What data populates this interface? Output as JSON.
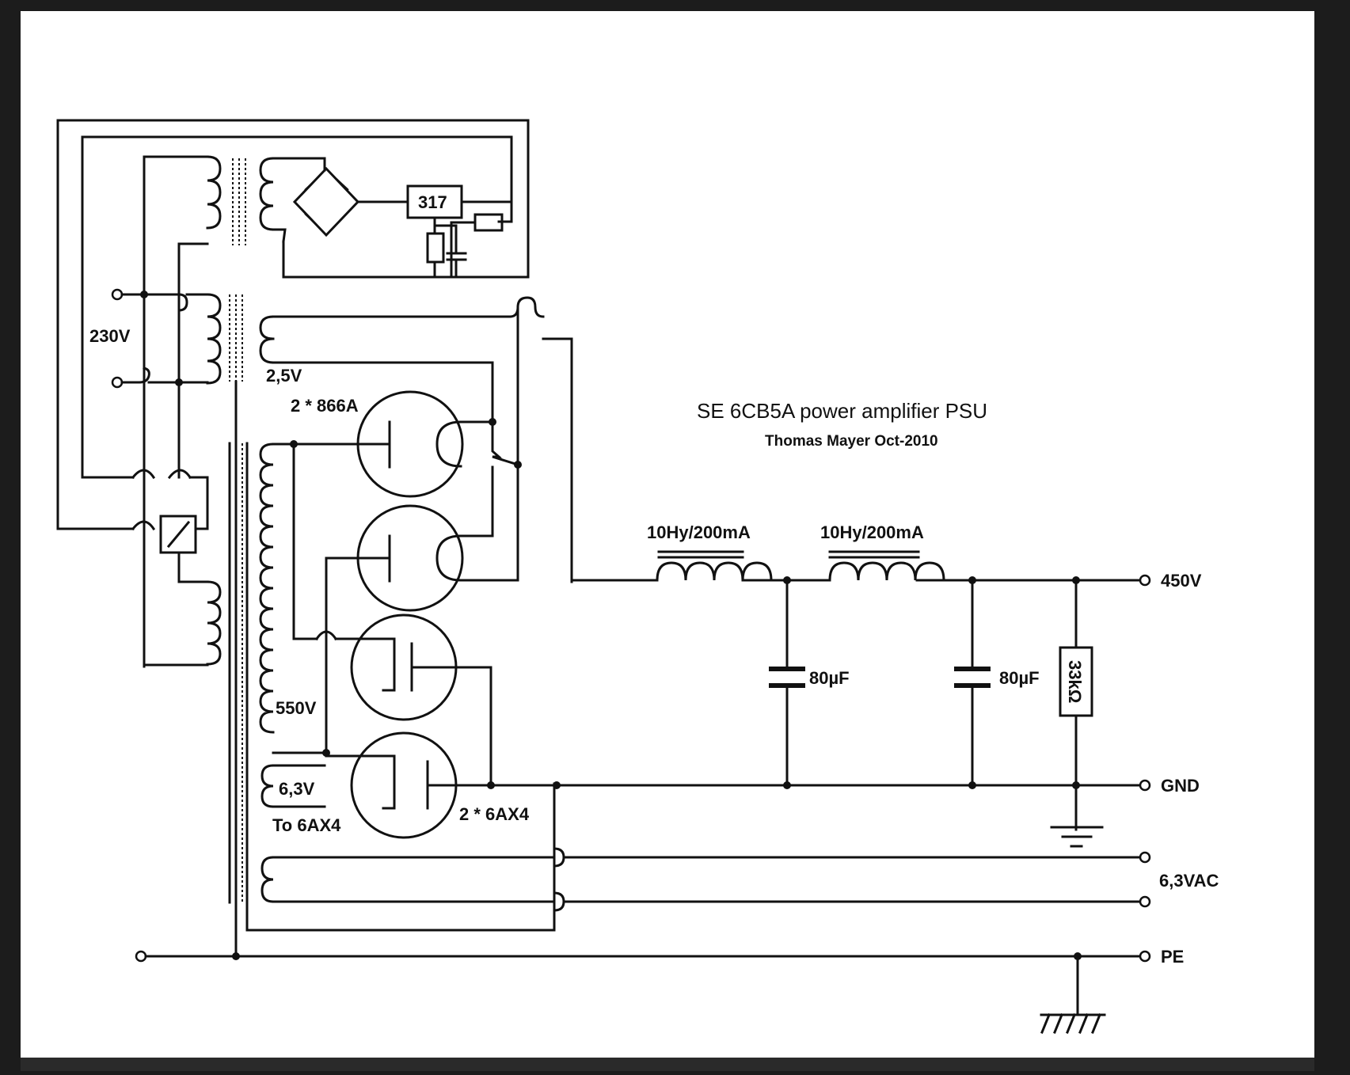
{
  "diagram": {
    "title": "SE 6CB5A power amplifier PSU",
    "subtitle": "Thomas Mayer Oct-2010",
    "labels": {
      "mains": "230V",
      "heater_rect": "2,5V",
      "rectifier_tubes": "2 * 866A",
      "hv_winding": "550V",
      "heater_6ax4": "6,3V",
      "to_6ax4": "To 6AX4",
      "damper_tubes": "2 * 6AX4",
      "regulator": "317",
      "choke1": "10Hy/200mA",
      "choke2": "10Hy/200mA",
      "cap1": "80µF",
      "cap2": "80µF",
      "bleeder": "33kΩ",
      "out_hv": "450V",
      "out_gnd": "GND",
      "out_heater": "6,3VAC",
      "out_pe": "PE"
    },
    "colors": {
      "ink": "#111111",
      "paper": "#ffffff",
      "frame": "#1c1c1c"
    }
  }
}
